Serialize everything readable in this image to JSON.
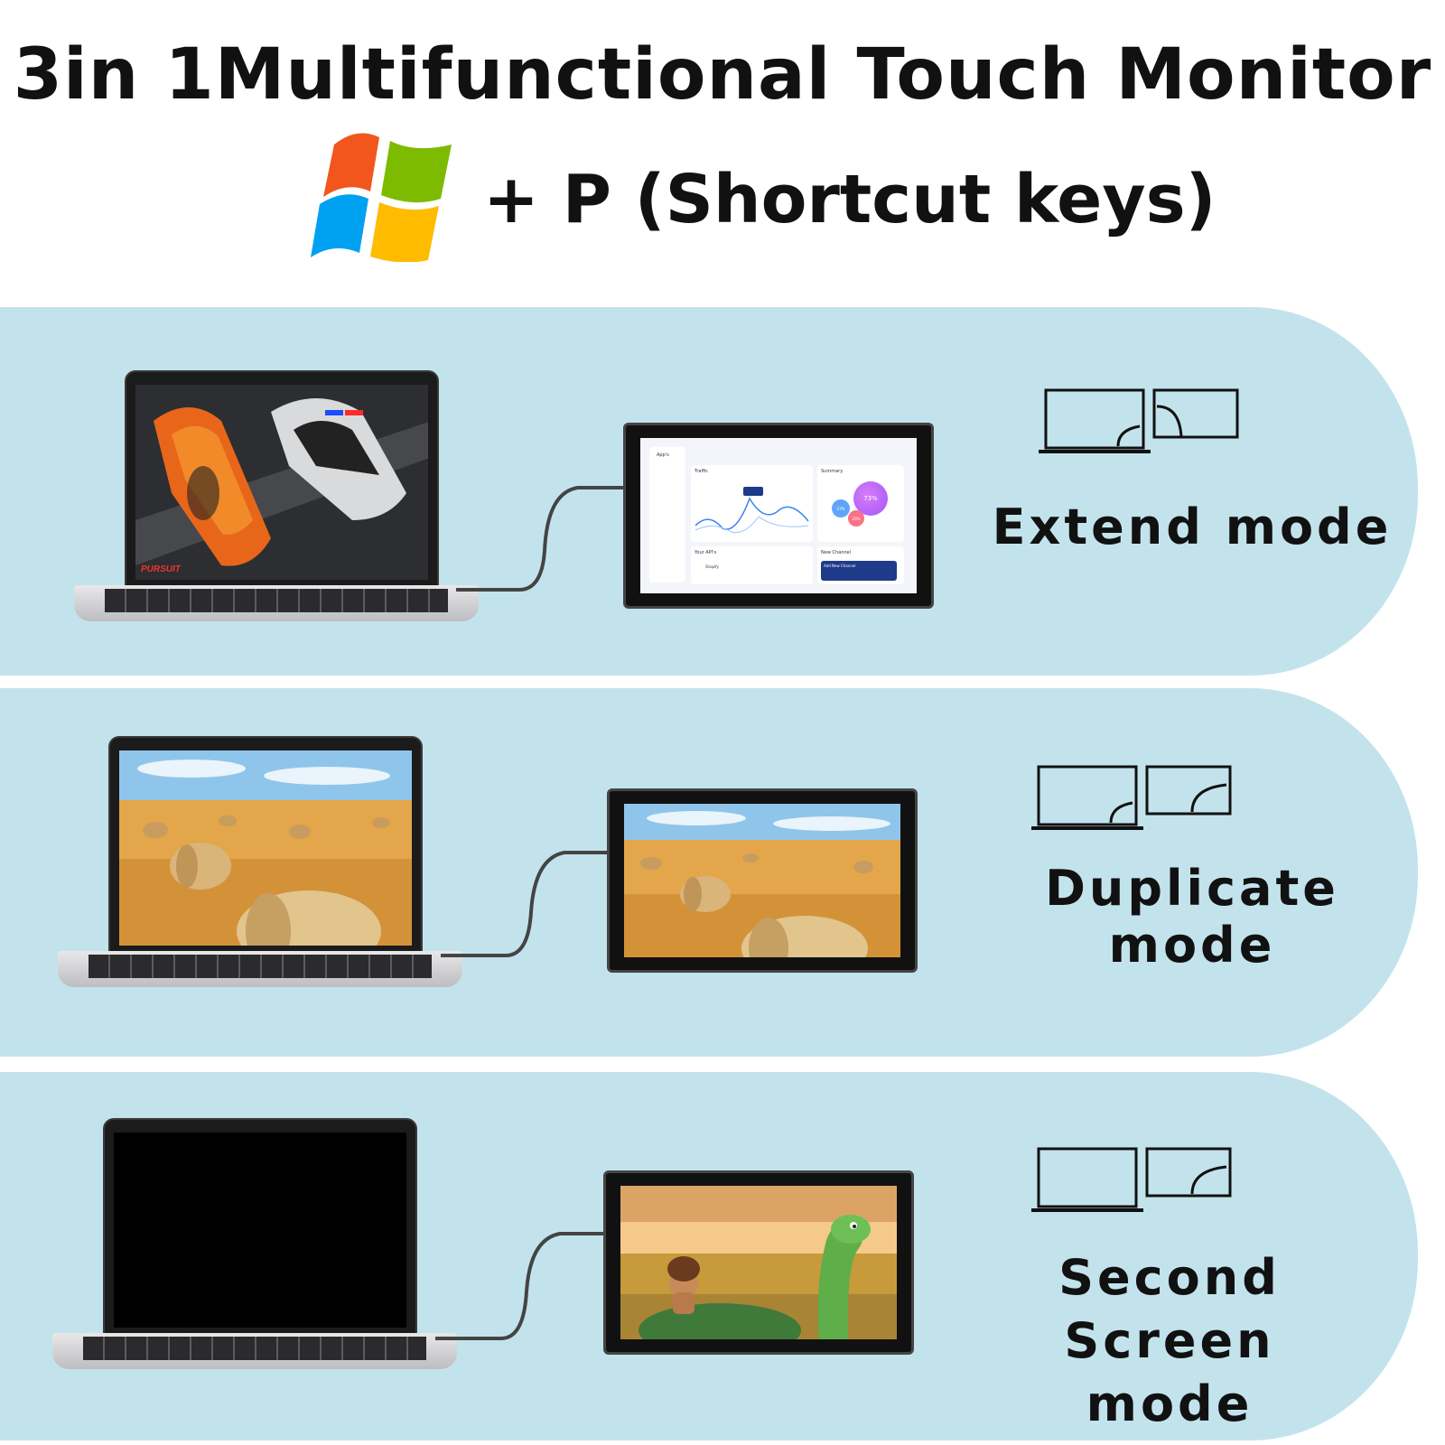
{
  "header": {
    "title": "3in 1Multifunctional Touch Monitor",
    "shortcut": "+ P (Shortcut keys)",
    "logo_icon": "windows-logo-icon"
  },
  "colors": {
    "band": "#c3e3ec",
    "text": "#111111"
  },
  "modes": [
    {
      "label": "Extend mode",
      "icon": "extend-mode-icon",
      "laptop_screen": "racing-game-scene",
      "monitor_screen": "dashboard-ui",
      "dashboard": {
        "nav_title": "App's",
        "traffic_label": "Traffic",
        "summary_label": "Summary",
        "pie_value": "73%",
        "pie_minor_a": "27%",
        "pie_minor_b": "20%",
        "apis_label": "Your API's",
        "channel_label": "New Channel",
        "shopify_label": "Shopify",
        "add_channel": "Add New Channel"
      },
      "game_badge": "PURSUIT"
    },
    {
      "label": "Duplicate mode",
      "icon": "duplicate-mode-icon",
      "laptop_screen": "hay-bale-field",
      "monitor_screen": "hay-bale-field"
    },
    {
      "label_line1": "Second Screen",
      "label_line2": "mode",
      "icon": "second-screen-mode-icon",
      "laptop_screen": "black-screen",
      "monitor_screen": "dinosaur-boy-scene"
    }
  ]
}
